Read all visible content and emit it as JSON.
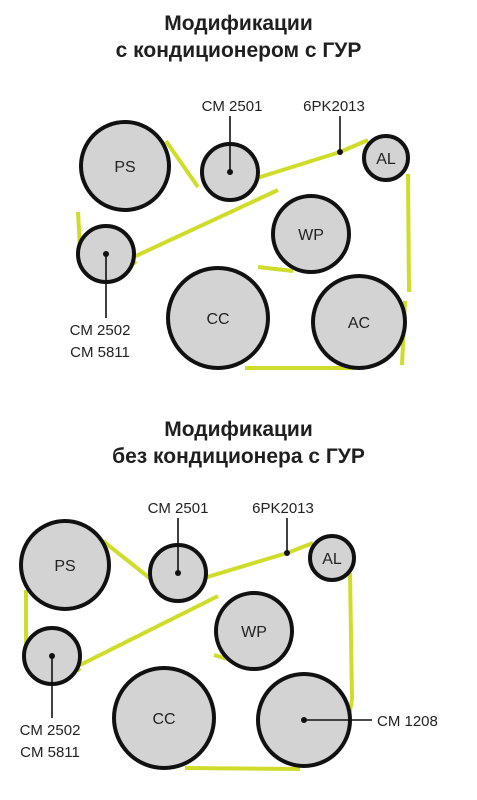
{
  "diagram1": {
    "title_line1": "Модификации",
    "title_line2": "с кондиционером с ГУР",
    "pulleys": {
      "ps": "PS",
      "al": "AL",
      "wp": "WP",
      "cc": "CC",
      "ac": "AC"
    },
    "callouts": {
      "idler_top": "CM 2501",
      "belt": "6PK2013",
      "idler_left_line1": "CM 2502",
      "idler_left_line2": "CM 5811"
    }
  },
  "diagram2": {
    "title_line1": "Модификации",
    "title_line2": "без кондиционера с ГУР",
    "pulleys": {
      "ps": "PS",
      "al": "AL",
      "wp": "WP",
      "cc": "CC"
    },
    "callouts": {
      "idler_top": "CM 2501",
      "belt": "6PK2013",
      "idler_left_line1": "CM 2502",
      "idler_left_line2": "CM 5811",
      "idler_right": "CM 1208"
    }
  },
  "colors": {
    "belt": "#cfdd2a",
    "pulley_fill": "#d3d3d3",
    "pulley_outline": "#111111"
  }
}
